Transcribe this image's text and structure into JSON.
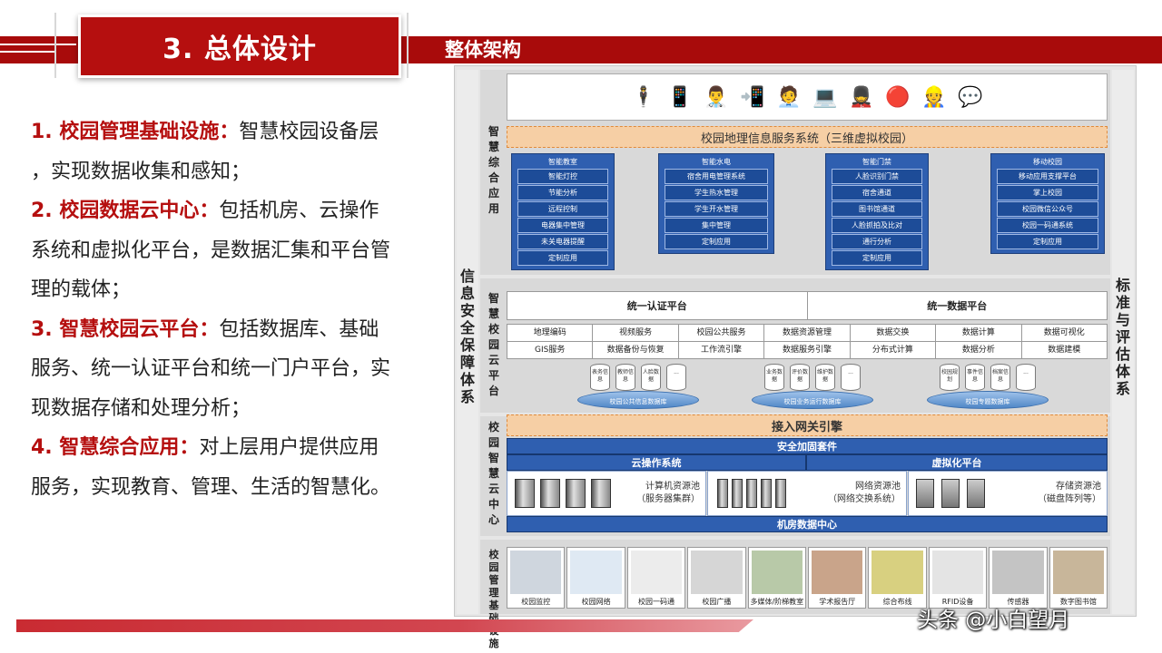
{
  "slide": {
    "title": "3. 总体设计",
    "subtitle": "整体架构",
    "colors": {
      "brand_red": "#b50f0f",
      "band_red": "#a80b0b",
      "diagram_blue": "#2f5fb0",
      "diagram_orange": "#f6cfa5"
    }
  },
  "bullets": [
    {
      "heading": "1. 校园管理基础设施：",
      "lines": [
        "智慧校园设备层",
        "，实现数据收集和感知；"
      ]
    },
    {
      "heading": "2. 校园数据云中心：",
      "lines": [
        "包括机房、云操作",
        "系统和虚拟化平台，是数据汇集和平台管",
        "理的载体；"
      ]
    },
    {
      "heading": "3. 智慧校园云平台：",
      "lines": [
        "包括数据库、基础",
        "服务、统一认证平台和统一门户平台，实",
        "现数据存储和处理分析；"
      ]
    },
    {
      "heading": "4. 智慧综合应用：",
      "lines": [
        "对上层用户提供应用",
        "服务，实现教育、管理、生活的智慧化。"
      ]
    }
  ],
  "diagram": {
    "left_side": "信息安全保障体系",
    "right_side": "标准与评估体系",
    "sections": {
      "apps": "智慧综合应用",
      "cloud_platform": "智慧校园云平台",
      "data_center": "校园智慧云中心",
      "infra": "校园管理基础设施"
    },
    "user_icons": [
      "teacher-icon",
      "tablet-icon",
      "doctor-icon",
      "phone-icon",
      "student-icon",
      "laptop-icon",
      "guard-icon",
      "weibo-icon",
      "worker-icon",
      "wechat-icon"
    ],
    "gis_bar": "校园地理信息服务系统（三维虚拟校园）",
    "app_boxes": [
      {
        "title": "智能教室",
        "items": [
          "智能灯控",
          "节能分析",
          "远程控制",
          "电器集中管理",
          "未关电器提醒",
          "定制应用"
        ]
      },
      {
        "title": "智能水电",
        "items": [
          "宿舍用电管理系统",
          "学生热水管理",
          "学生开水管理",
          "集中管理",
          "定制应用"
        ]
      },
      {
        "title": "智能门禁",
        "items": [
          "人脸识别门禁",
          "宿舍通道",
          "图书馆通道",
          "人脸抓拍及比对",
          "通行分析",
          "定制应用"
        ]
      },
      {
        "title": "移动校园",
        "items": [
          "移动应用支撑平台",
          "掌上校园",
          "校园微信公众号",
          "校园一码通系统",
          "定制应用"
        ]
      }
    ],
    "platforms": [
      "统一认证平台",
      "统一数据平台"
    ],
    "services": [
      "地理编码",
      "视频服务",
      "校园公共服务",
      "数据资源管理",
      "数据交换",
      "数据计算",
      "数据可视化",
      "GIS服务",
      "数据备份与恢复",
      "工作流引擎",
      "数据服务引擎",
      "分布式计算",
      "数据分析",
      "数据建模"
    ],
    "databases": [
      {
        "label": "校园公共信息数据库",
        "items": [
          "表务信息",
          "教师信息",
          "人脸数据",
          "..."
        ]
      },
      {
        "label": "校园业务运行数据库",
        "items": [
          "业务数据",
          "评价数据",
          "维护数据",
          "..."
        ]
      },
      {
        "label": "校园专题数据库",
        "items": [
          "校园规划",
          "事件信息",
          "档案信息",
          "..."
        ]
      }
    ],
    "gateway": "接入网关引擎",
    "security_suite": "安全加固套件",
    "cloud_os": "云操作系统",
    "virtualization": "虚拟化平台",
    "pools": [
      {
        "name": "计算机资源池",
        "detail": "（服务器集群）"
      },
      {
        "name": "网络资源池",
        "detail": "（网络交换系统）"
      },
      {
        "name": "存储资源池",
        "detail": "（磁盘阵列等）"
      }
    ],
    "data_center_bar": "机房数据中心",
    "infra_items": [
      "校园监控",
      "校园网络",
      "校园一码通",
      "校园广播",
      "多媒体/阶梯教室",
      "学术报告厅",
      "综合布线",
      "RFID设备",
      "传感器",
      "数字图书馆"
    ]
  },
  "watermark": "头条 @小白望月"
}
